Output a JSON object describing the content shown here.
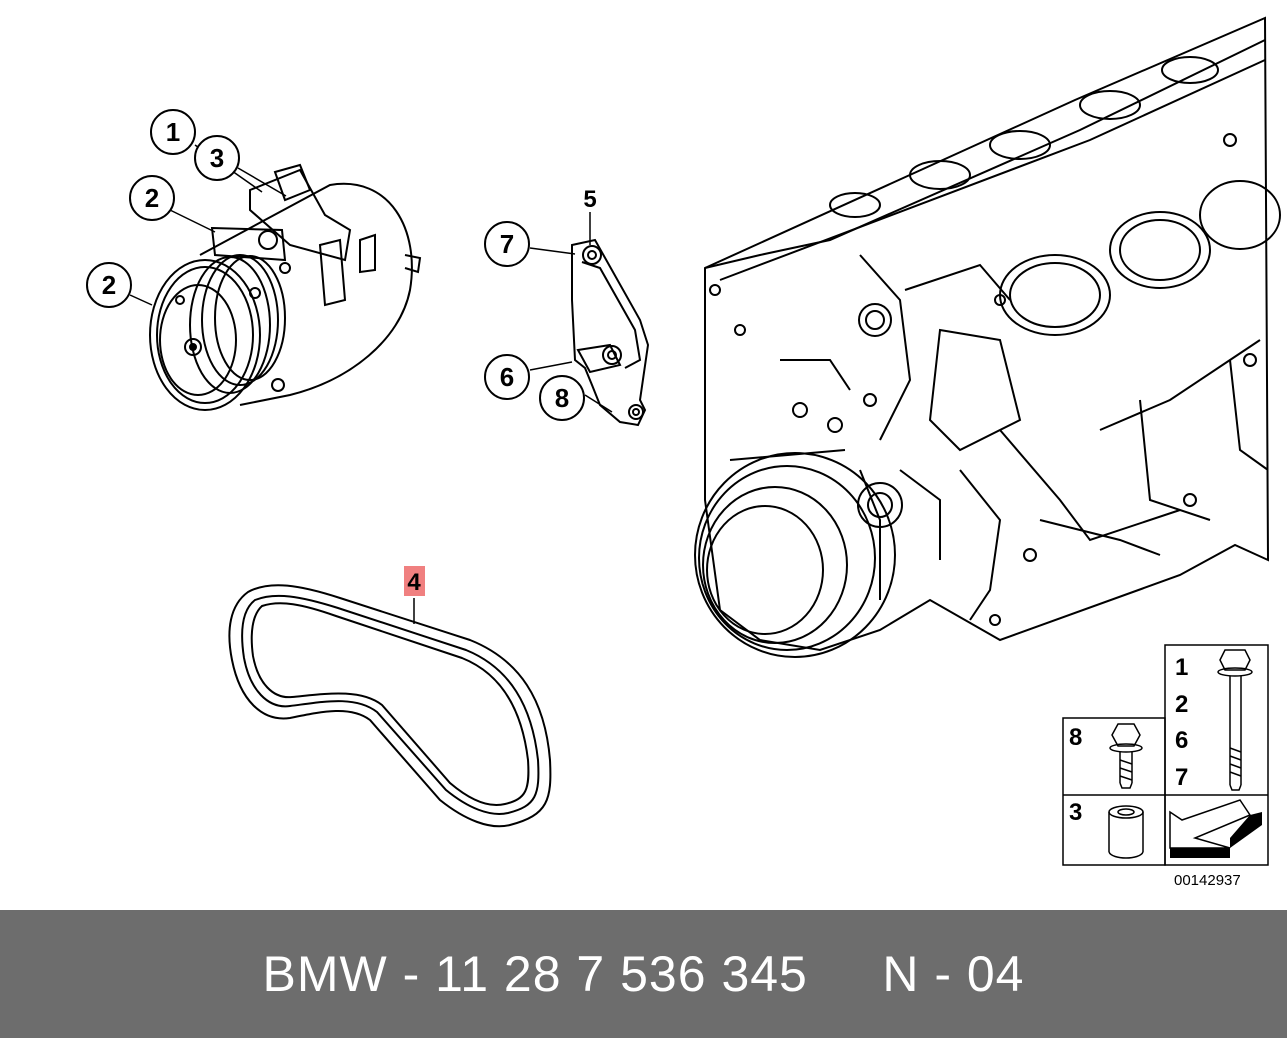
{
  "callouts": {
    "c1": "1",
    "c3": "3",
    "c2a": "2",
    "c2b": "2",
    "c5": "5",
    "c7": "7",
    "c6": "6",
    "c8": "8",
    "c4": "4"
  },
  "legend": {
    "col_right": [
      "1",
      "2",
      "6",
      "7"
    ],
    "box_8": "8",
    "box_3": "3"
  },
  "drawing_code": "00142937",
  "footer": {
    "text": "BMW - 11 28 7 536 345     N - 04"
  },
  "colors": {
    "highlight": "#f08080",
    "footer_bg": "#6d6d6d",
    "footer_text": "#ffffff"
  }
}
